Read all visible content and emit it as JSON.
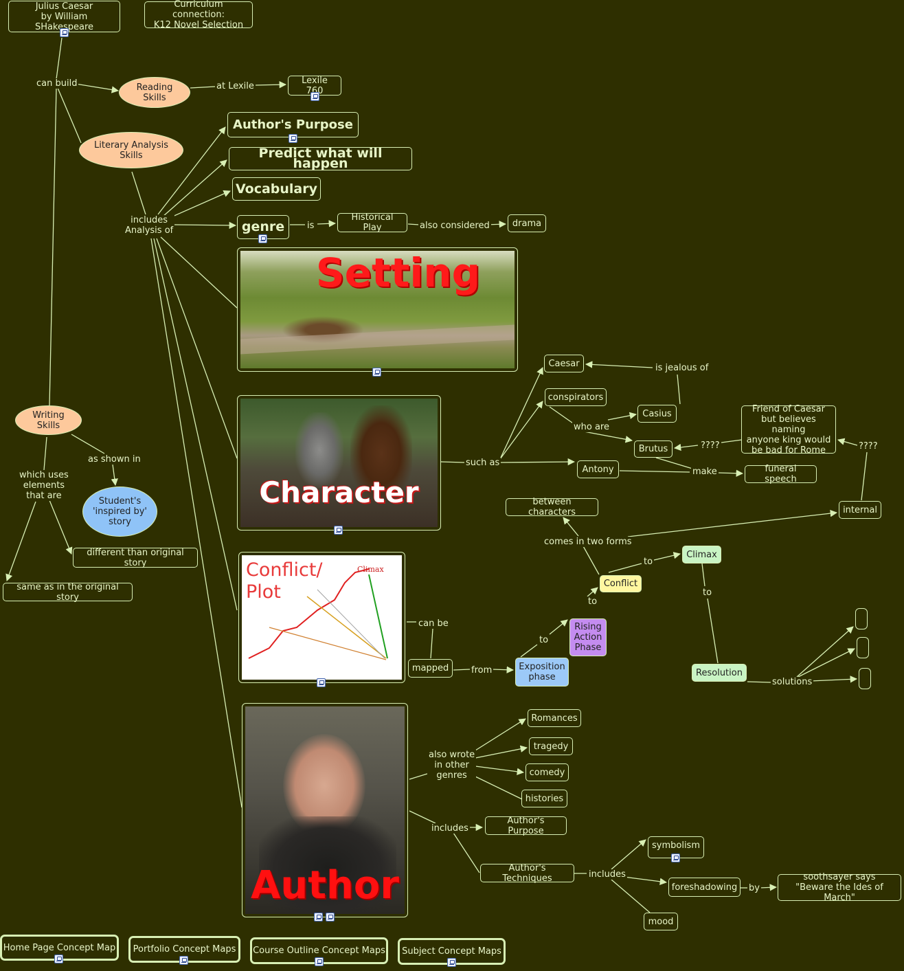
{
  "nodes": {
    "julius": "Julius Caesar\nby William SHakespeare",
    "curriculum": "Curriculum connection:\nK12 Novel Selection",
    "reading": "Reading Skills",
    "lexile": "Lexile 760",
    "literary": "Literary Analysis Skills",
    "authors_purpose_big": "Author's Purpose",
    "predict": "Predict what will happen",
    "vocabulary": "Vocabulary",
    "genre": "genre",
    "historical_play": "Historical Play",
    "drama": "drama",
    "setting_text": "Setting",
    "character_text": "Character",
    "conflict_plot_text": "Conflict/\nPlot",
    "climax_text": "Climax",
    "author_text": "Author",
    "caesar": "Caesar",
    "conspirators": "conspirators",
    "casius": "Casius",
    "brutus": "Brutus",
    "antony": "Antony",
    "friend": "Friend of Caesar\nbut believes naming\nanyone king would\nbe bad for Rome",
    "funeral": "funeral speech",
    "between": "between characters",
    "internal": "internal",
    "climax": "Climax",
    "conflict": "Conflict",
    "rising": "Rising\nAction\nPhase",
    "exposition": "Exposition\nphase",
    "mapped": "mapped",
    "resolution": "Resolution",
    "writing": "Writing Skills",
    "student": "Student's\n'inspired by'\nstory",
    "different": "different than original story",
    "same": "same as in the original story",
    "romances": "Romances",
    "tragedy": "tragedy",
    "comedy": "comedy",
    "histories": "histories",
    "authors_purpose_small": "Author's Purpose",
    "techniques": "Author's Techniques",
    "symbolism": "symbolism",
    "foreshadowing": "foreshadowing",
    "soothsayer": "soothsayer says\n\"Beware the Ides of March\"",
    "mood": "mood"
  },
  "labels": {
    "can_build": "can build",
    "at_lexile": "at Lexile",
    "includes_analysis": "includes\nAnalysis of",
    "is": "is",
    "also_considered": "also considered",
    "such_as": "such as",
    "is_jealous_of": "is jealous of",
    "who_are": "who are",
    "q1": "????",
    "q2": "????",
    "make": "make",
    "comes_in_two_forms": "comes in two forms",
    "to1": "to",
    "to2": "to",
    "to3": "to",
    "to4": "to",
    "can_be": "can be",
    "from": "from",
    "solutions": "solutions",
    "as_shown_in": "as shown in",
    "which_uses": "which uses\nelements\nthat are",
    "also_wrote": "also wrote\nin other\ngenres",
    "includes1": "includes",
    "includes2": "includes",
    "by": "by"
  },
  "nav": {
    "home": "Home Page Concept Map",
    "portfolio": "Portfolio Concept Maps",
    "course": "Course Outline Concept Maps",
    "subject": "Subject Concept Maps"
  },
  "colors": {
    "background": "#2e2f00",
    "line": "#d8efb4",
    "skill_ellipse": "#fdc99c",
    "story_ellipse": "#8fc3f7",
    "conflict_node": "#fff7a0",
    "rising_node": "#c48cf0",
    "exposition_node": "#9cc9f8",
    "climax_node": "#c9f4c4"
  }
}
